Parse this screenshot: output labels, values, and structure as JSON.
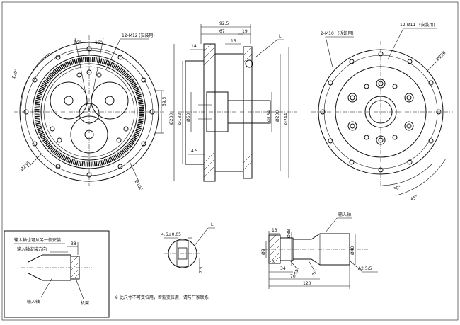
{
  "front_view": {
    "callout_holes": "12-M12",
    "callout_holes_note": "(安装用)",
    "angle_a": "16°",
    "angle_b": "16°",
    "angle_c": "120°",
    "circle_dia": "Ø238",
    "hole_circle": "Ø100",
    "dim_595": "59.5"
  },
  "side_view": {
    "dim_925": "92.5",
    "dim_67": "67",
    "dim_19": "19",
    "dim_14": "14",
    "dim_15": "15",
    "dim_45": "4.5",
    "label_L": "L",
    "dia_280": "Ø280",
    "dia_182": "Ø182",
    "dia_60": "Ø60",
    "dia_154": "Ø154",
    "dia_200": "Ø200",
    "dia_244": "Ø244"
  },
  "back_view": {
    "callout_a": "2-M10",
    "callout_a_note": "(拆卸用)",
    "callout_b": "12-Ø11",
    "callout_b_note": "(安装用)",
    "dia_256": "Ø256",
    "angle_30": "30°",
    "angle_45": "45°"
  },
  "detail_L": {
    "dim_key": "4.6±0.05",
    "label_L": "L",
    "dim_75": "7.5"
  },
  "shaft_view": {
    "label_input": "输入轴",
    "dim_13": "13",
    "dim_38": "Ø38",
    "dim_9": "Ø9",
    "dim_40": "Ø40",
    "dim_7": "7",
    "dim_34": "34",
    "dim_45a": "45°",
    "dim_45b": "45°",
    "dim_70": "70",
    "dim_120": "120",
    "chamfer": "A2.5/5"
  },
  "inset": {
    "title": "输入轴也可从另一侧安装",
    "label_key": "输入轴安装方向",
    "dim_38": "38",
    "label_shaft": "输入轴",
    "label_seal": "机架"
  },
  "footnote": "※ 此尺寸不可变位用，若需变位用，请与厂家联系"
}
